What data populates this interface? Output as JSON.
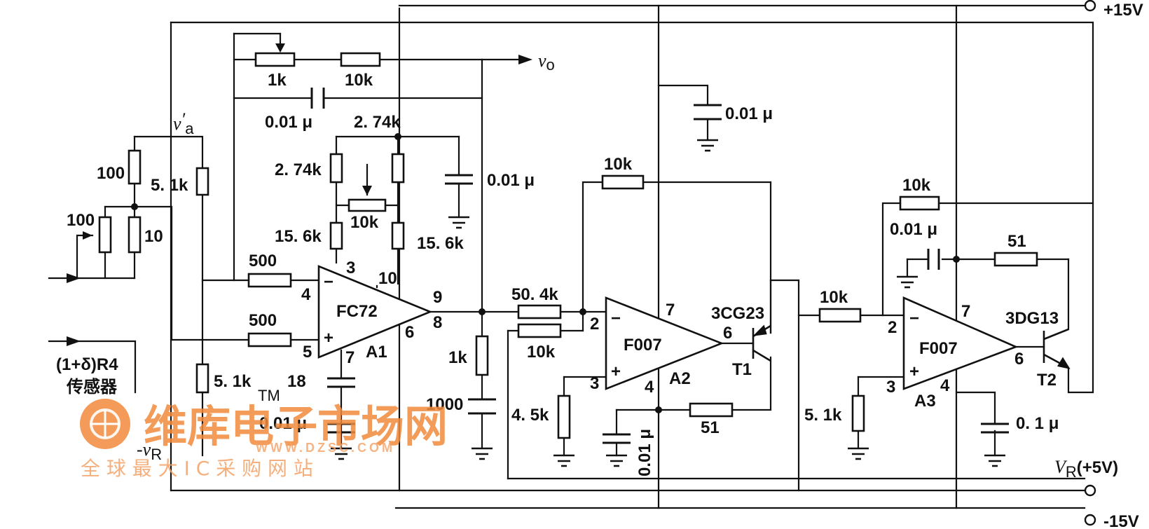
{
  "rails": {
    "pos_supply": "+15V",
    "neg_supply": "-15V",
    "ref": "V",
    "ref_sub": "R",
    "ref_value": "(+5V)"
  },
  "output": {
    "label": "v",
    "sub": "o"
  },
  "nodes": {
    "va": "v",
    "va_sub": "a",
    "va_prime": "′",
    "neg_vr": "-v",
    "neg_vr_sub": "R"
  },
  "sensor": {
    "line1": "(1+δ)R4",
    "line2": "传感器"
  },
  "amplifiers": [
    {
      "name": "FC72",
      "ref": "A1",
      "pins": {
        "inv": "4",
        "noninv": "5",
        "p3": "3",
        "p10": "10",
        "out": "9",
        "p8": "8",
        "p6": "6",
        "p7": "7"
      }
    },
    {
      "name": "F007",
      "ref": "A2",
      "pins": {
        "inv": "2",
        "noninv": "3",
        "vcc": "7",
        "vee": "4",
        "out": "6"
      }
    },
    {
      "name": "F007",
      "ref": "A3",
      "pins": {
        "inv": "2",
        "noninv": "3",
        "vcc": "7",
        "vee": "4",
        "out": "6"
      }
    }
  ],
  "transistors": [
    {
      "part": "3CG23",
      "ref": "T1"
    },
    {
      "part": "3DG13",
      "ref": "T2"
    }
  ],
  "components": {
    "r_pot_1k": "1k",
    "r_10k_top": "10k",
    "c_fb": "0.01 μ",
    "r_100": "100",
    "r_pot_100": "100",
    "r_10": "10",
    "r_5k1_top": "5. 1k",
    "r_2k74_left": "2. 74k",
    "r_2k74_right": "2. 74k",
    "r_pot_10k": "10k",
    "r_15k6_left": "15. 6k",
    "r_15k6_right": "15. 6k",
    "c_a1_supply": "0.01 μ",
    "r_500_inv": "500",
    "r_500_noninv": "500",
    "r_5k1_bottom": "5. 1k",
    "c_18": "18",
    "c_a1_bottom": "0.01 μ",
    "r_1k_out": "1k",
    "c_1000": "1000",
    "r_50k4": "50. 4k",
    "r_10k_a2_in": "10k",
    "r_10k_a2_fb": "10k",
    "r_4k5": "4. 5k",
    "c_a2_top": "0.01 μ",
    "c_a2_bottom": "0.01 μ",
    "r_51_a2": "51",
    "r_10k_a3_in": "10k",
    "r_10k_a3_fb": "10k",
    "c_a3_fb": "0.01 μ",
    "r_51_a3": "51",
    "r_5k1_a3": "5. 1k",
    "c_a3_supply": "0. 1 μ"
  },
  "watermark": {
    "brand": "维库电子市场网",
    "tm": "TM",
    "url": "WWW.DZSC.COM",
    "slogan": "全 球 最 大 I C 采 购 网 站",
    "brand_color": "#f28a3c"
  }
}
